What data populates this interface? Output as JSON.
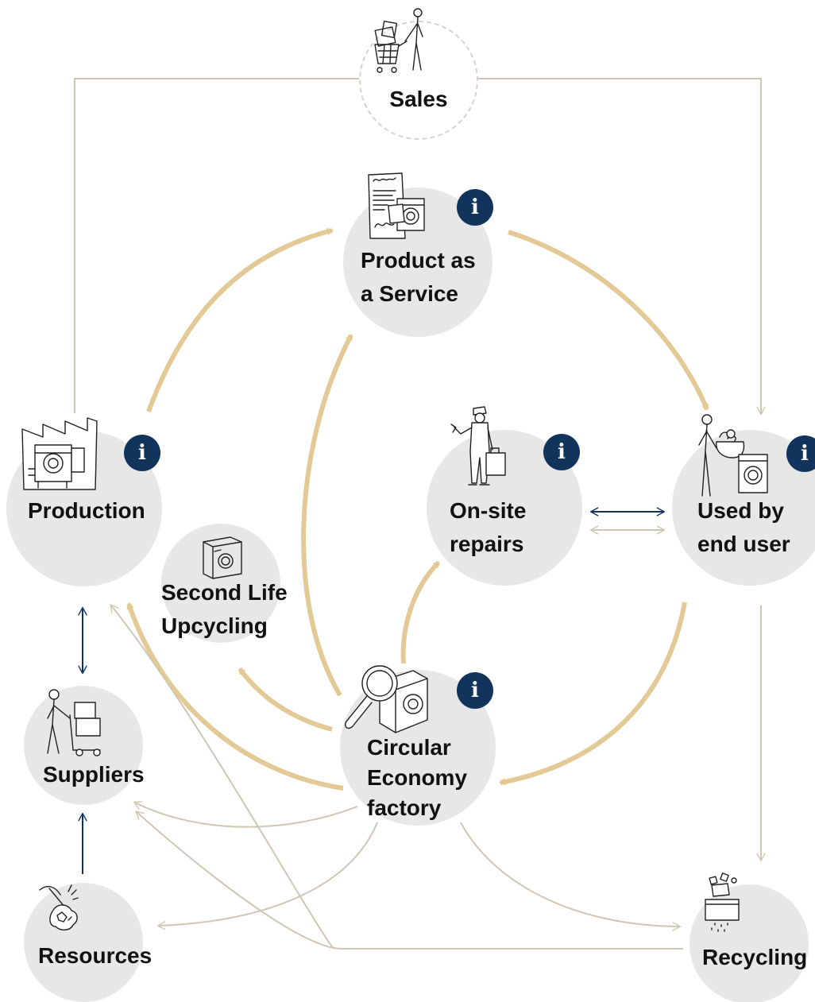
{
  "nodes": {
    "sales": {
      "label": "Sales",
      "icon": "shopping-cart-person-icon"
    },
    "product_as_service": {
      "label": "Product as\na Service",
      "icon": "contract-document-icon",
      "info": "i"
    },
    "production": {
      "label": "Production",
      "icon": "factory-icon",
      "info": "i"
    },
    "second_life": {
      "label": "Second Life\nUpcycling",
      "icon": "washing-machine-icon"
    },
    "on_site_repairs": {
      "label": "On-site\nrepairs",
      "icon": "repair-technician-icon",
      "info": "i"
    },
    "used_by_end_user": {
      "label": "Used by\nend user",
      "icon": "laundry-user-icon",
      "info": "i"
    },
    "suppliers": {
      "label": "Suppliers",
      "icon": "supplier-trolley-icon"
    },
    "circular_factory": {
      "label": "Circular\nEconomy\nfactory",
      "icon": "magnifier-washing-machine-icon",
      "info": "i"
    },
    "resources": {
      "label": "Resources",
      "icon": "pickaxe-ore-icon"
    },
    "recycling": {
      "label": "Recycling",
      "icon": "shredder-icon"
    }
  },
  "colors": {
    "circle_fill": "#e7e7e8",
    "gold_arrow": "#e2c995",
    "thin_line": "#cfc6b4",
    "navy": "#12335c",
    "text": "#111111"
  }
}
